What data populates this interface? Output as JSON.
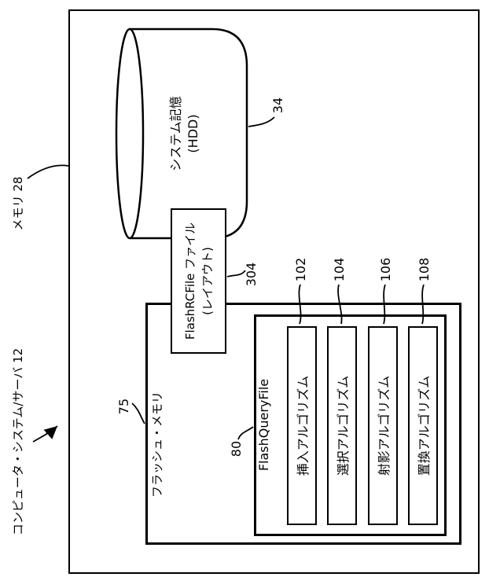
{
  "diagram": {
    "title_system": "コンピュータ・システム/サーバ 12",
    "memory_label": "メモリ 28",
    "hdd": {
      "line1": "システム記憶",
      "line2": "(HDD)",
      "ref": "34"
    },
    "flashrc": {
      "line1": "FlashRCFile ファイル",
      "line2": "(レイアウト)",
      "ref": "304"
    },
    "flash_memory": {
      "label": "フラッシュ・メモリ",
      "ref": "75"
    },
    "flashqueryfile": {
      "label": "FlashQueryFile",
      "ref": "80",
      "algorithms": [
        {
          "label": "挿入アルゴリズム",
          "ref": "102"
        },
        {
          "label": "選択アルゴリズム",
          "ref": "104"
        },
        {
          "label": "射影アルゴリズム",
          "ref": "106"
        },
        {
          "label": "置換アルゴリズム",
          "ref": "108"
        }
      ]
    }
  },
  "colors": {
    "line": "#000000",
    "background": "#ffffff"
  }
}
